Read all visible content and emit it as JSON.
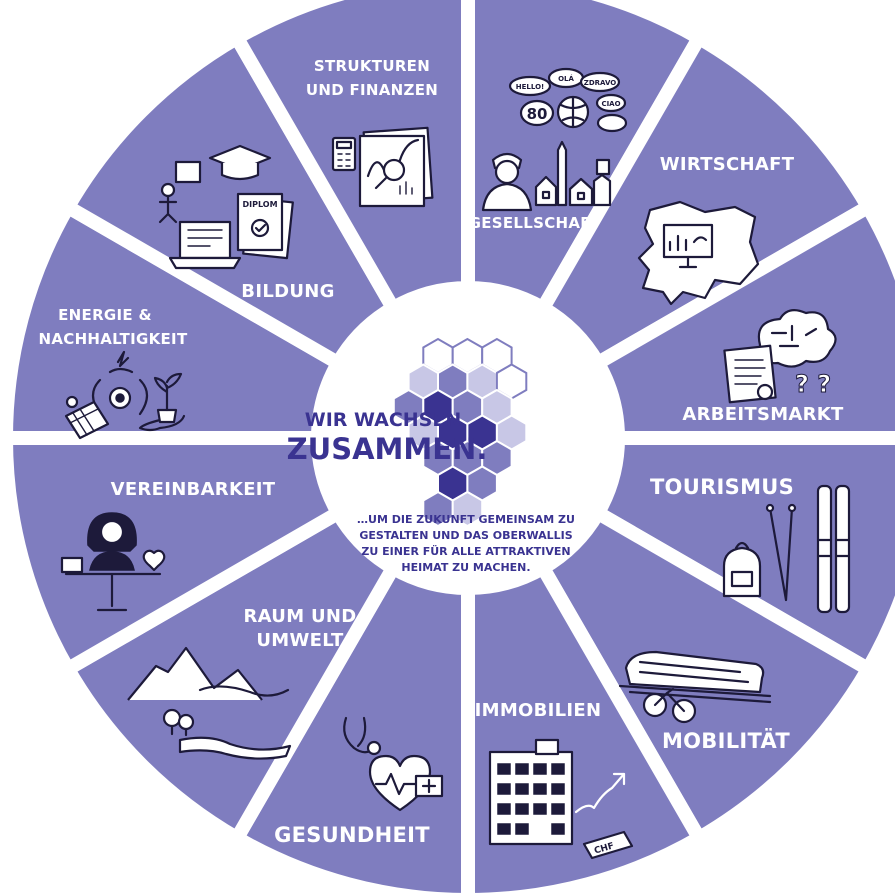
{
  "colors": {
    "segment": "#7f7dbf",
    "divider": "#ffffff",
    "center": "#ffffff",
    "headline": "#3a3391",
    "hex_dark": "#3a3391",
    "hex_mid": "#7f7dbf",
    "hex_light": "#c8c7e6",
    "icon_ink": "#1d1a3a"
  },
  "center": {
    "headline_line1": "WIR WACHSEN",
    "headline_line2": "ZUSAMMEN.",
    "tagline": [
      "…UM DIE ZUKUNFT GEMEINSAM ZU",
      "GESTALTEN UND DAS OBERWALLIS",
      "ZU EINER FÜR ALLE ATTRAKTIVEN",
      "HEIMAT ZU MACHEN."
    ]
  },
  "segments": [
    {
      "id": "gesellschaft",
      "label_lines": [
        "GESELLSCHAFT"
      ],
      "icon": "people-village-icon",
      "speech": [
        "HELLO!",
        "OLÁ",
        "ZDRAVO",
        "CIAO",
        "80"
      ]
    },
    {
      "id": "wirtschaft",
      "label_lines": [
        "WIRTSCHAFT"
      ],
      "icon": "region-map-icon"
    },
    {
      "id": "arbeitsmarkt",
      "label_lines": [
        "ARBEITSMARKT"
      ],
      "icon": "job-search-icon"
    },
    {
      "id": "tourismus",
      "label_lines": [
        "TOURISMUS"
      ],
      "icon": "ski-backpack-icon"
    },
    {
      "id": "mobilitaet",
      "label_lines": [
        "MOBILITÄT"
      ],
      "icon": "train-bike-icon"
    },
    {
      "id": "immobilien",
      "label_lines": [
        "IMMOBILIEN"
      ],
      "icon": "building-price-icon",
      "tag": "CHF"
    },
    {
      "id": "gesundheit",
      "label_lines": [
        "GESUNDHEIT"
      ],
      "icon": "heart-stethoscope-icon"
    },
    {
      "id": "raum_umwelt",
      "label_lines": [
        "RAUM UND",
        "UMWELT"
      ],
      "icon": "landscape-icon"
    },
    {
      "id": "vereinbarkeit",
      "label_lines": [
        "VEREINBARKEIT"
      ],
      "icon": "balance-person-icon"
    },
    {
      "id": "energie",
      "label_lines": [
        "ENERGIE &",
        "NACHHALTIGKEIT"
      ],
      "icon": "solar-wind-icon"
    },
    {
      "id": "bildung",
      "label_lines": [
        "BILDUNG"
      ],
      "icon": "education-icon",
      "diploma": "DIPLOM"
    },
    {
      "id": "strukturen",
      "label_lines": [
        "STRUKTUREN",
        "UND FINANZEN"
      ],
      "icon": "finance-chart-icon"
    }
  ]
}
